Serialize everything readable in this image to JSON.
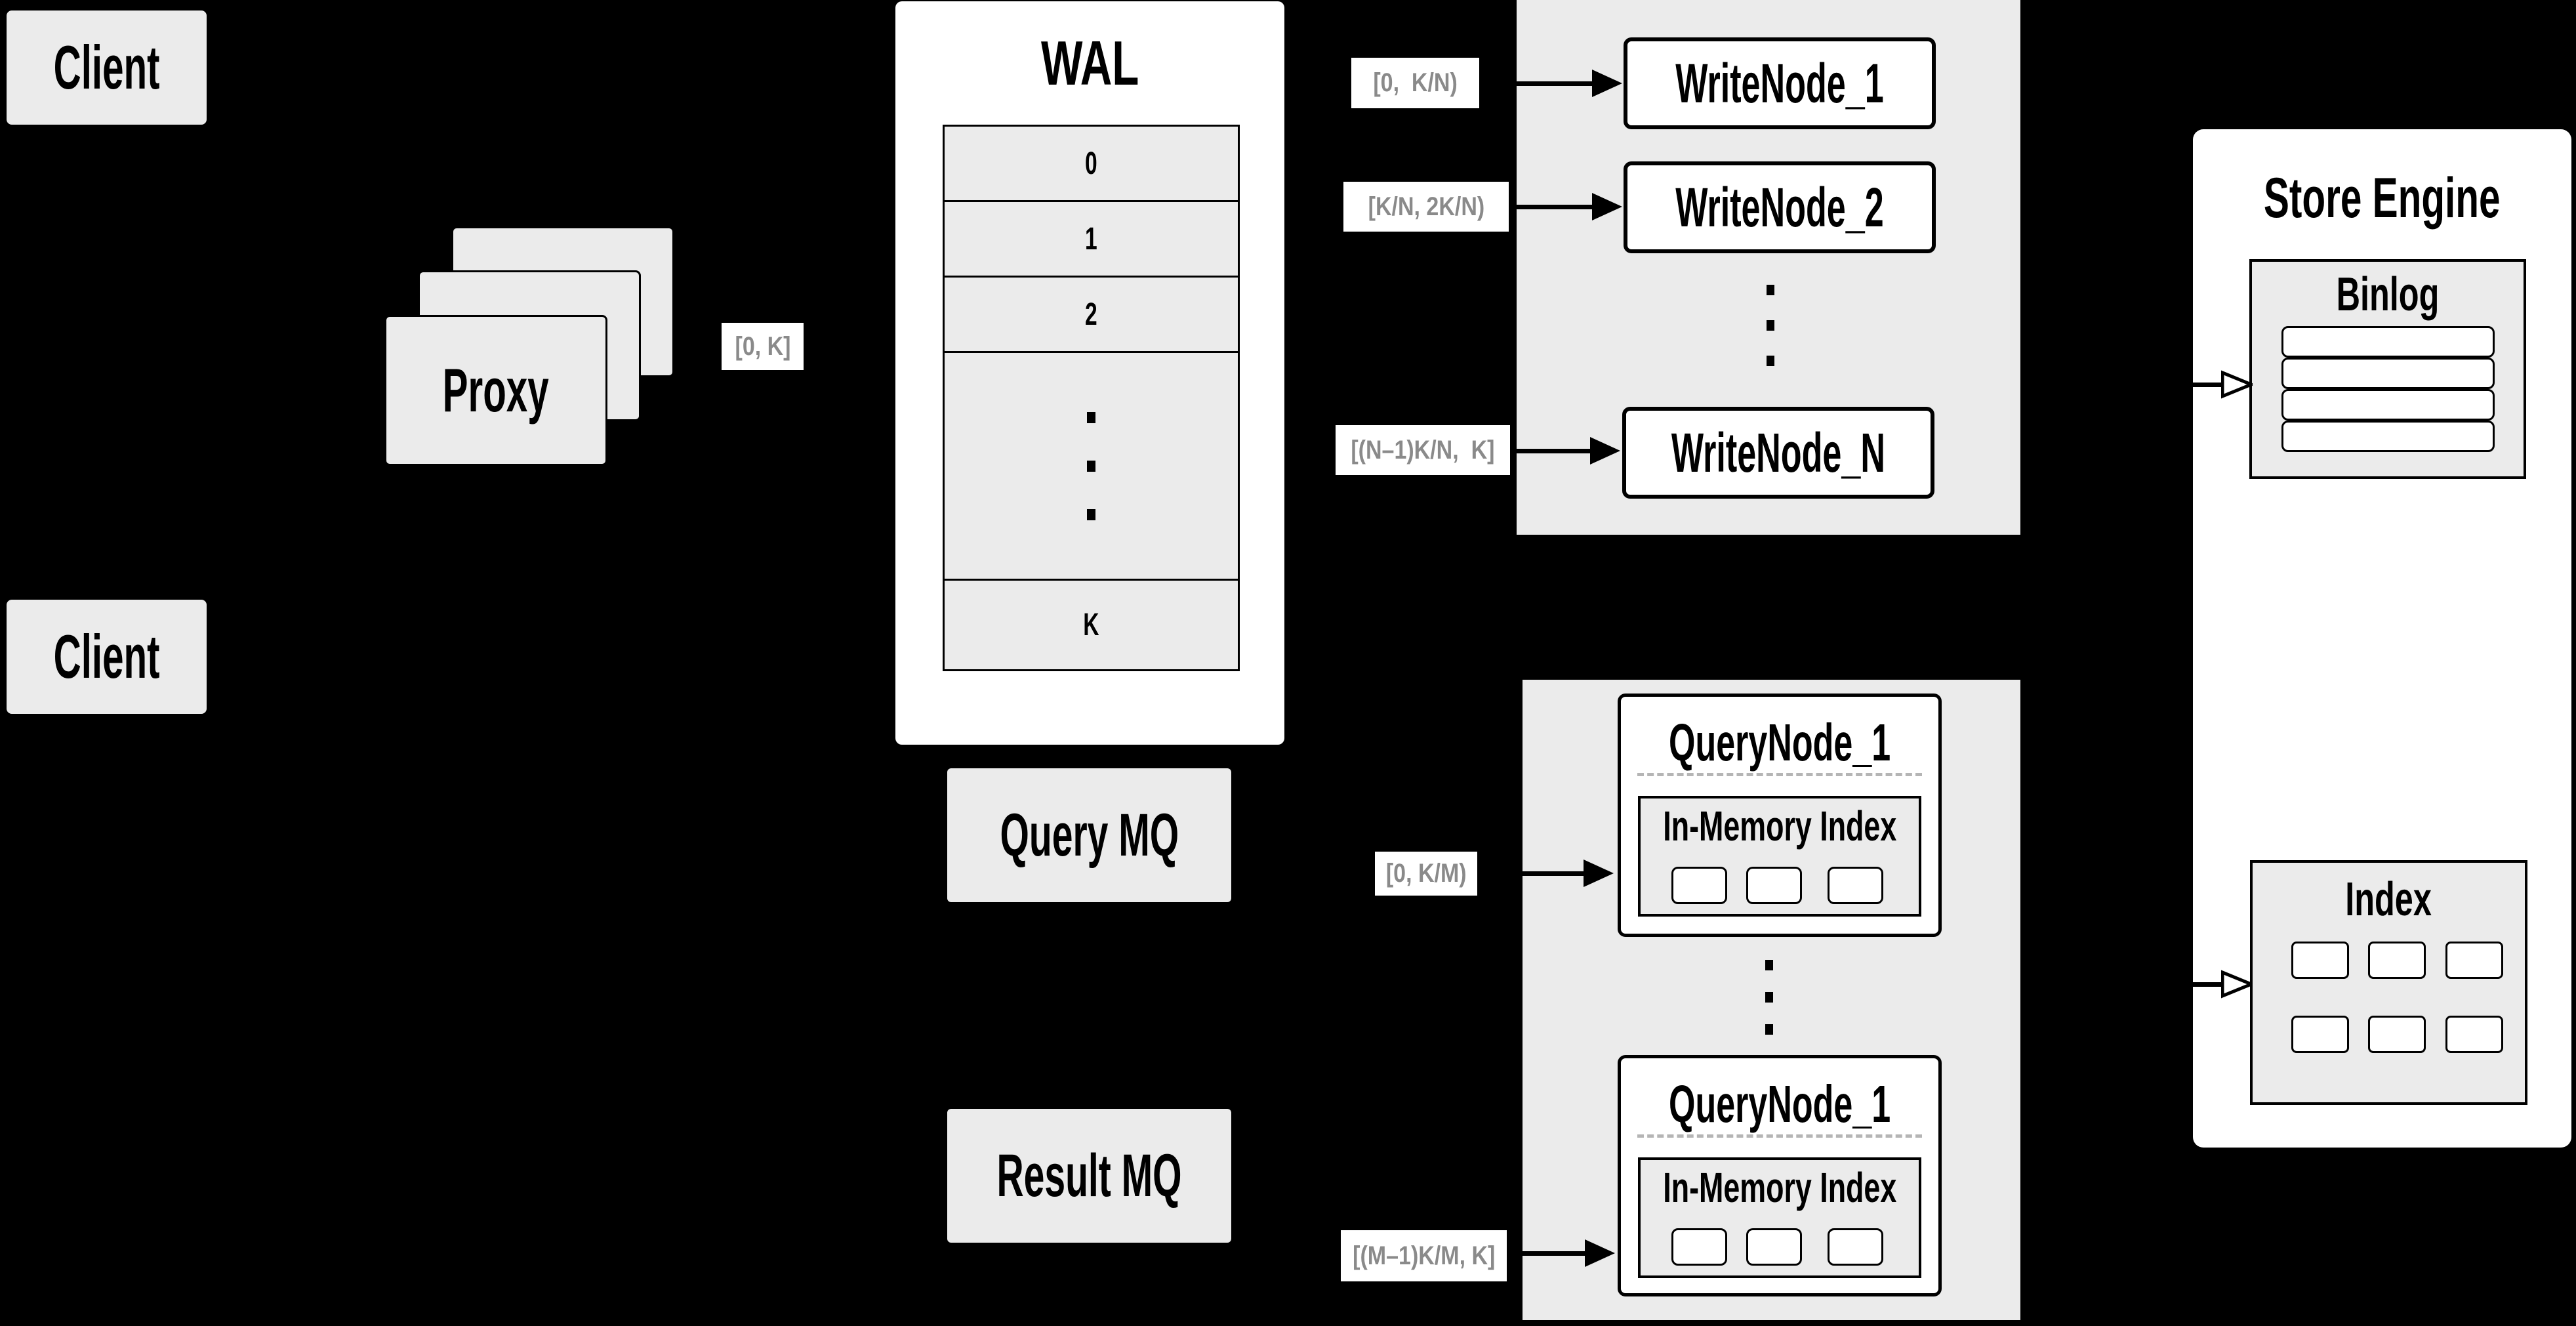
{
  "colors": {
    "background": "#000000",
    "gray_fill": "#ebebeb",
    "white_fill": "#ffffff",
    "line": "#000000",
    "range_text": "#8a8a8a"
  },
  "nodes": {
    "client_top": "Client",
    "client_bottom": "Client",
    "proxy": "Proxy",
    "wal": {
      "title": "WAL",
      "rows": [
        "0",
        "1",
        "2"
      ],
      "row_k": "K"
    },
    "write_group": {
      "node_1": "WriteNode_1",
      "node_2": "WriteNode_2",
      "node_n": "WriteNode_N"
    },
    "query_mq": "Query MQ",
    "result_mq": "Result MQ",
    "query_group": {
      "top": {
        "title": "QueryNode_1",
        "index": "In-Memory Index"
      },
      "bottom": {
        "title": "QueryNode_1",
        "index": "In-Memory Index"
      }
    },
    "store_engine": {
      "title": "Store Engine",
      "binlog": "Binlog",
      "index": "Index"
    }
  },
  "range_labels": {
    "proxy_out": "[0, K]",
    "write_1": "[0,  K/N)",
    "write_2": "[K/N, 2K/N)",
    "write_n": "[(N–1)K/N,  K]",
    "query_1": "[0, K/M)",
    "query_m": "[(M–1)K/M, K]"
  }
}
